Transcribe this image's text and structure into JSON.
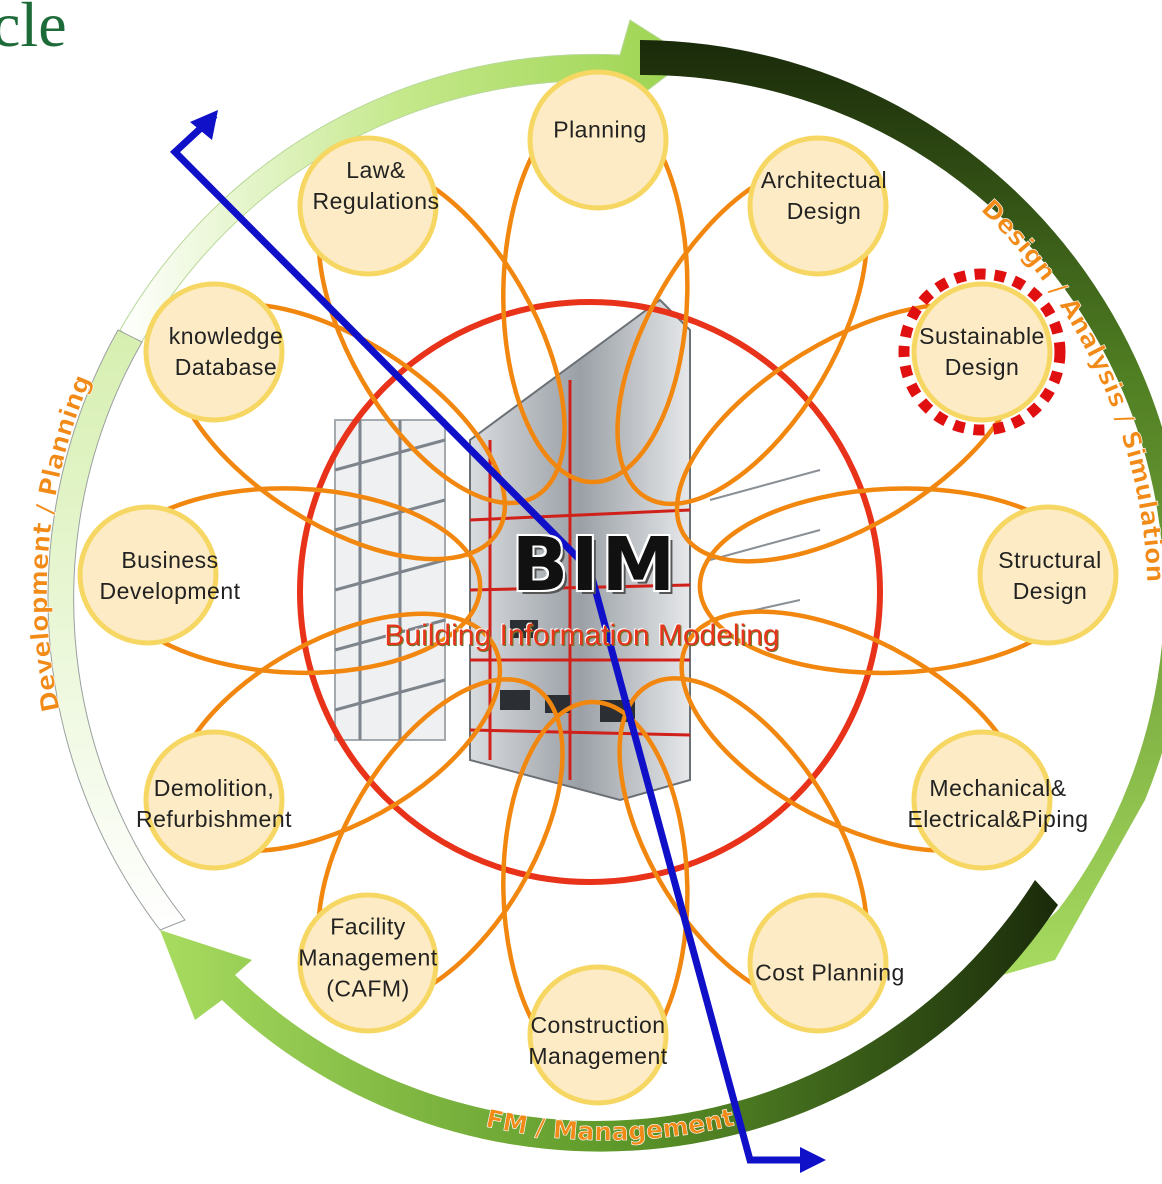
{
  "title_fragment": "cle",
  "center": {
    "title": "BIM",
    "subtitle": "Building Information Modeling"
  },
  "nodes": [
    {
      "id": "planning",
      "lines": [
        "Planning"
      ]
    },
    {
      "id": "architectural-design",
      "lines": [
        "Architectual",
        "Design"
      ]
    },
    {
      "id": "sustainable-design",
      "lines": [
        "Sustainable",
        "Design"
      ],
      "highlighted": true
    },
    {
      "id": "structural-design",
      "lines": [
        "Structural",
        "Design"
      ]
    },
    {
      "id": "mep",
      "lines": [
        "Mechanical&",
        "Electrical&Piping"
      ]
    },
    {
      "id": "cost-planning",
      "lines": [
        "Cost Planning"
      ]
    },
    {
      "id": "construction-management",
      "lines": [
        "Construction",
        "Management"
      ]
    },
    {
      "id": "facility-management",
      "lines": [
        "Facility",
        "Management",
        "(CAFM)"
      ]
    },
    {
      "id": "demolition",
      "lines": [
        "Demolition,",
        "Refurbishment"
      ]
    },
    {
      "id": "business-development",
      "lines": [
        "Business",
        "Development"
      ]
    },
    {
      "id": "knowledge-database",
      "lines": [
        "knowledge",
        "Database"
      ]
    },
    {
      "id": "law-regulations",
      "lines": [
        "Law&",
        "Regulations"
      ]
    }
  ],
  "ring_labels": {
    "right": "Design / Analysis / Simulation",
    "bottom": "FM / Management",
    "left": "Development / Planning"
  },
  "colors": {
    "petal": "#f2870f",
    "node_fill": "#fcebc4",
    "node_stroke": "#f7d763",
    "core_ring": "#e8321a",
    "arrow_light": "#a8dc60",
    "arrow_dark": "#1a2a0a",
    "timeline": "#1010c8",
    "ring_text": "#f28a18",
    "highlight": "#e01010"
  }
}
